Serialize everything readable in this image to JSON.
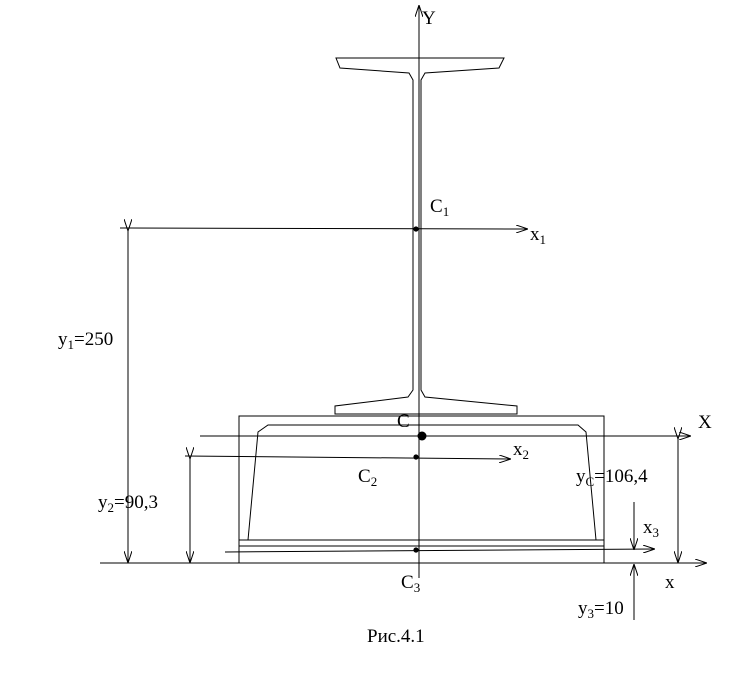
{
  "diagram": {
    "axes": {
      "y_axis": "Y",
      "x_axis_main": "X",
      "x_axis_base": "x",
      "x1": {
        "base": "x",
        "sub": "1"
      },
      "x2": {
        "base": "x",
        "sub": "2"
      },
      "x3": {
        "base": "x",
        "sub": "3"
      }
    },
    "centroids": {
      "C": {
        "base": "C",
        "sub": ""
      },
      "C1": {
        "base": "C",
        "sub": "1"
      },
      "C2": {
        "base": "C",
        "sub": "2"
      },
      "C3": {
        "base": "C",
        "sub": "3"
      }
    },
    "dimensions": {
      "y1": {
        "base": "y",
        "sub": "1",
        "value": "=250"
      },
      "y2": {
        "base": "y",
        "sub": "2",
        "value": "=90,3"
      },
      "yc": {
        "base": "y",
        "sub": "C",
        "value": "=106,4"
      },
      "y3": {
        "base": "y",
        "sub": "3",
        "value": "=10"
      }
    },
    "caption": "Рис.4.1"
  }
}
